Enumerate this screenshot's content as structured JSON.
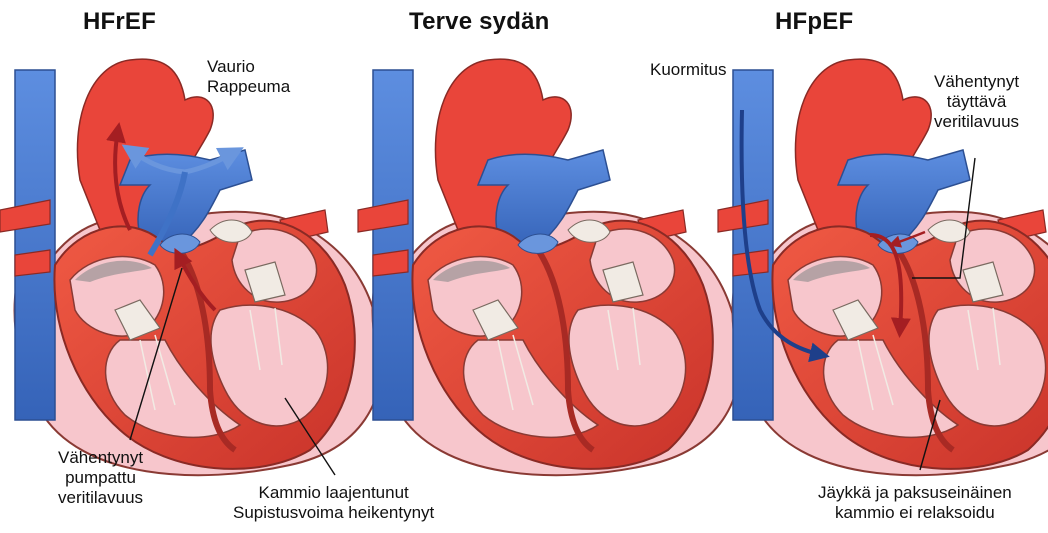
{
  "panels": [
    {
      "title": "HFrEF"
    },
    {
      "title": "Terve sydän"
    },
    {
      "title": "HFpEF"
    }
  ],
  "annotations": {
    "hfref_damage": [
      "Vaurio",
      "Rappeuma"
    ],
    "hfref_reduced_pumped": [
      "Vähentynyt",
      "pumpattu",
      "veritilavuus"
    ],
    "hfref_ventricle": [
      "Kammio laajentunut",
      "Supistusvoima heikentynyt"
    ],
    "hfpef_load": "Kuormitus",
    "hfpef_reduced_filling": [
      "Vähentynyt",
      "täyttävä",
      "veritilavuus"
    ],
    "hfpef_stiff": [
      "Jäykkä ja paksuseinäinen",
      "kammio ei relaksoidu"
    ]
  },
  "colors": {
    "muscle": "#e8473a",
    "muscle_dark": "#c8342a",
    "artery": "#e9453a",
    "vein": "#3f72c6",
    "vein_light": "#6a96dd",
    "pericardium": "#f7c6cc",
    "outline": "#7a2a25",
    "arrow_red": "#a41e22",
    "arrow_blue": "#1e3f8a",
    "valve": "#f1ebe4"
  }
}
